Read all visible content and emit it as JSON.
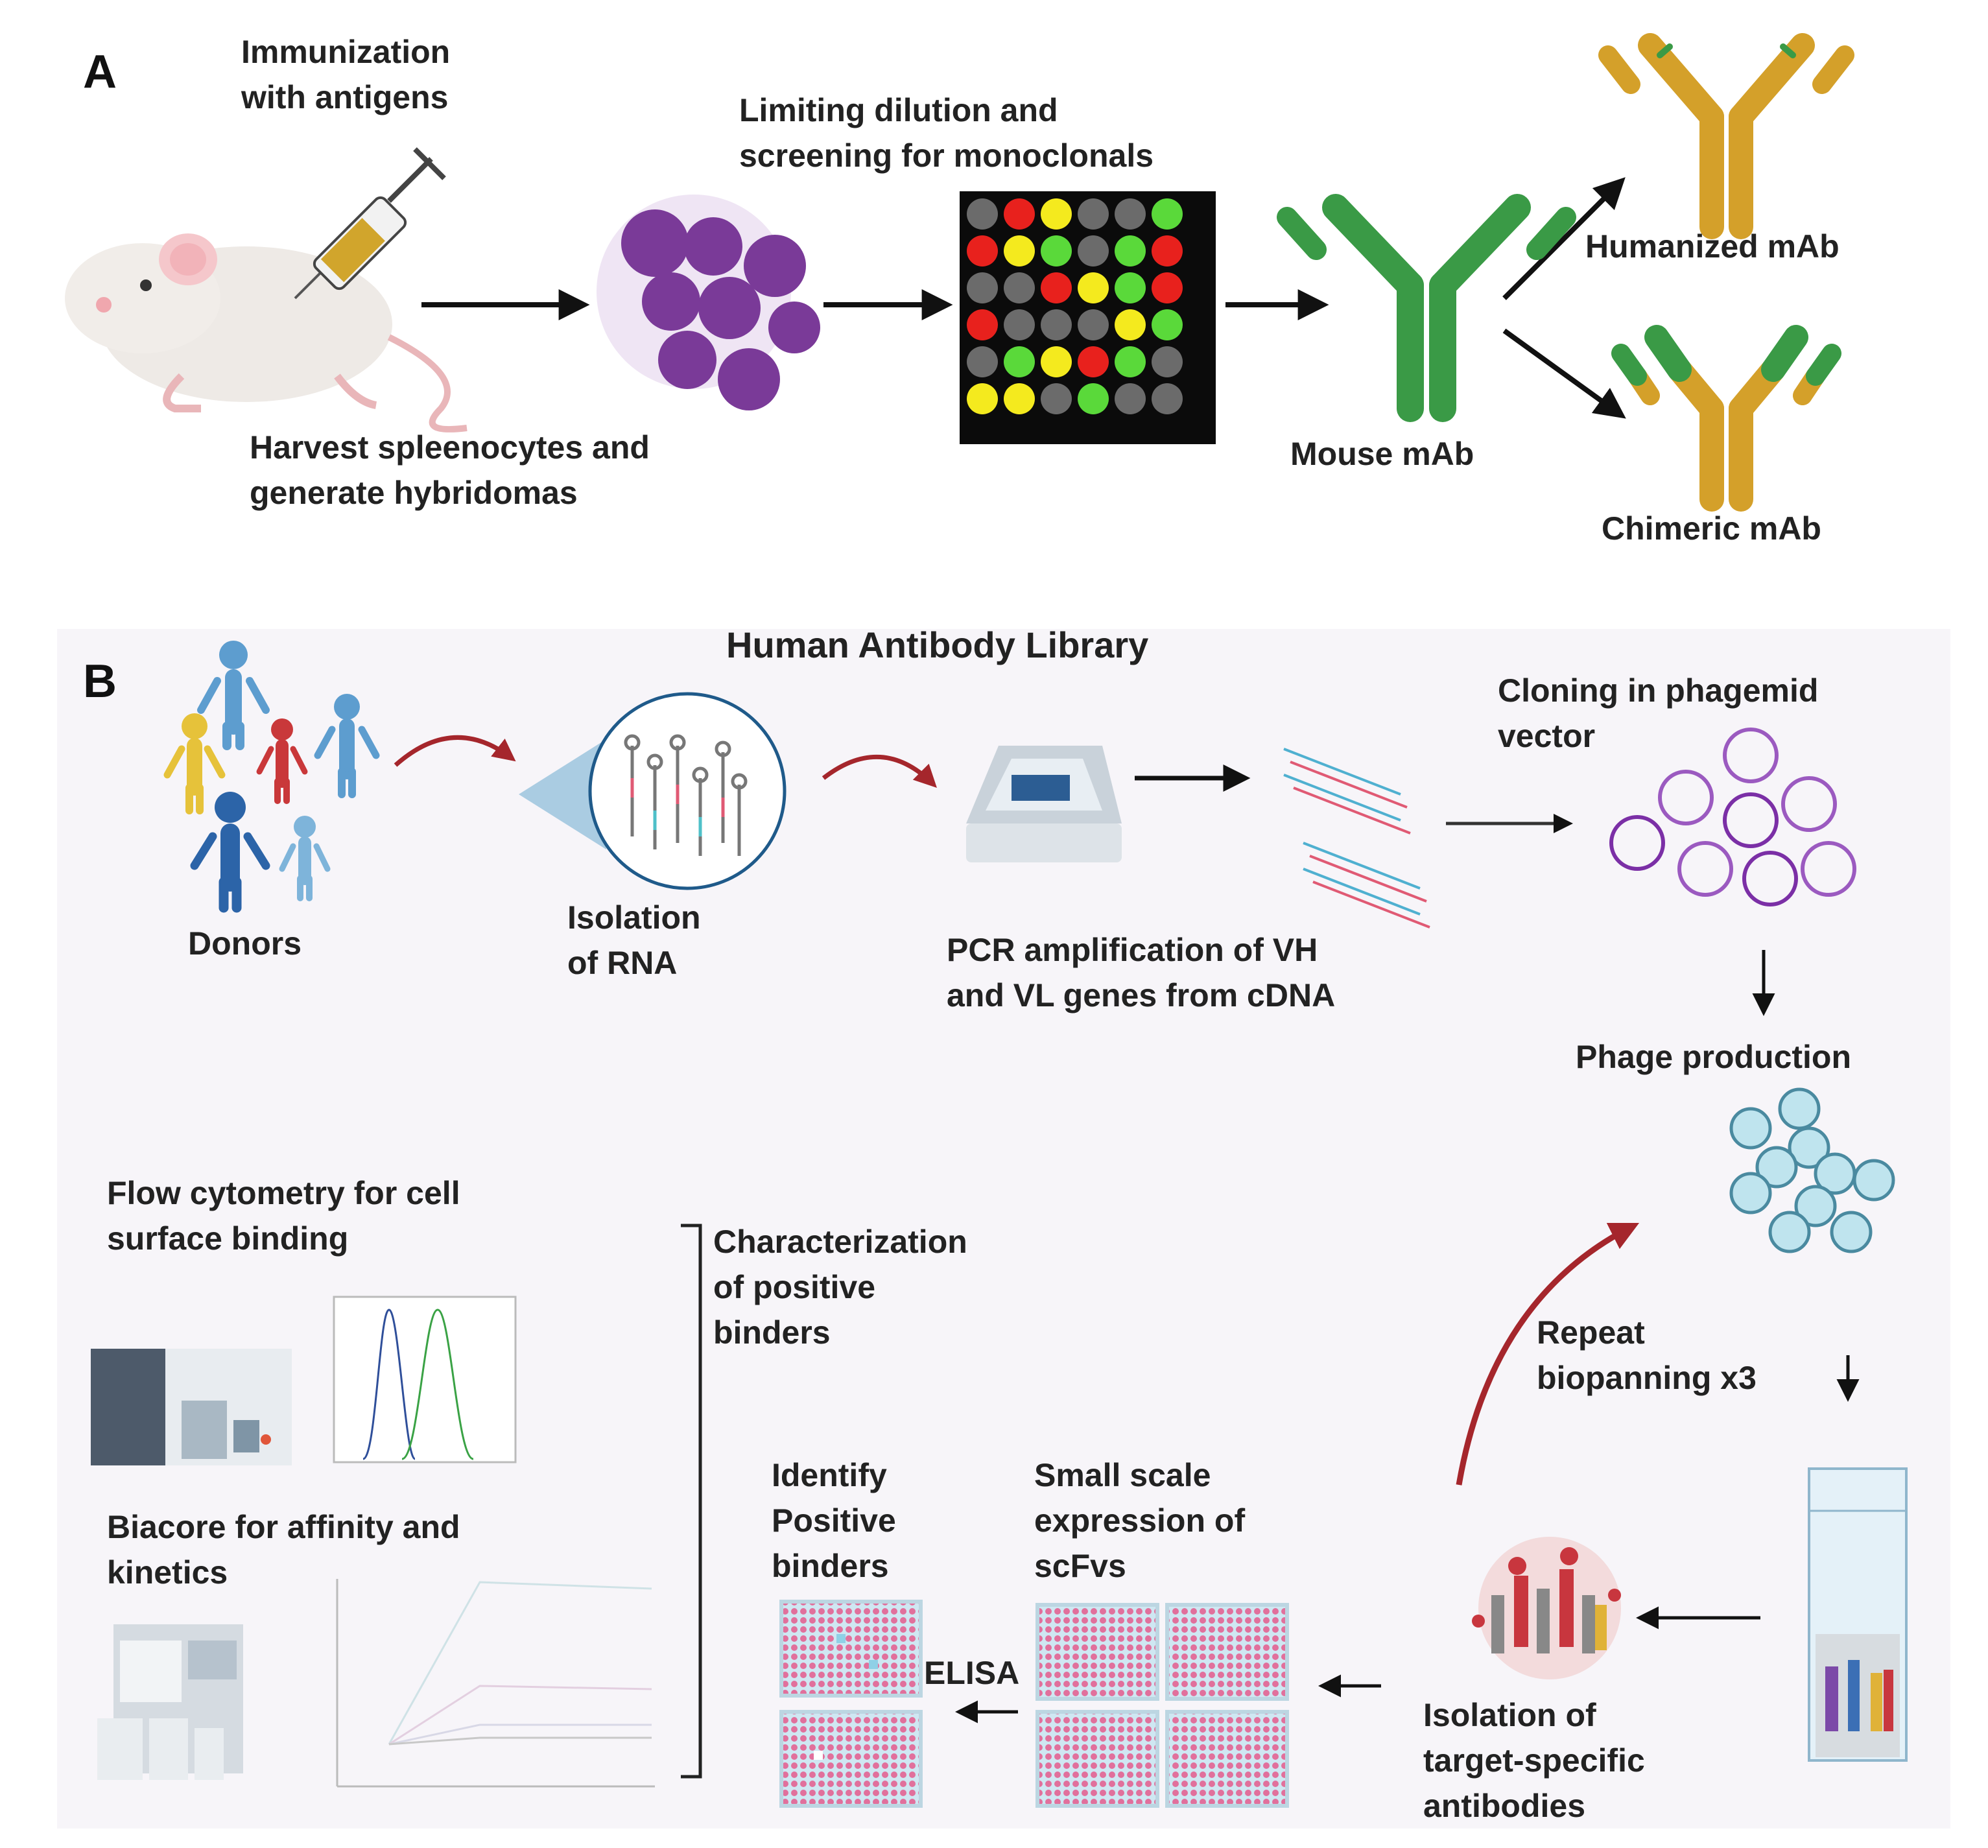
{
  "panel_a": {
    "letter": "A",
    "immunization": [
      "Immunization",
      "with antigens"
    ],
    "harvest": [
      "Harvest spleenocytes and",
      "generate hybridomas"
    ],
    "limiting": [
      "Limiting dilution and",
      "screening for monoclonals"
    ],
    "mouse_mab": "Mouse mAb",
    "humanized_mab": "Humanized mAb",
    "chimeric_mab": "Chimeric mAb",
    "colors": {
      "mouse_antibody": "#3a9a46",
      "human_antibody": "#d4a02a",
      "cell": "#7a3a98",
      "arrow": "#111111"
    },
    "well_grid": [
      [
        "gray",
        "red",
        "yellow",
        "gray",
        "gray",
        "green"
      ],
      [
        "red",
        "yellow",
        "green",
        "gray",
        "green",
        "red"
      ],
      [
        "gray",
        "gray",
        "red",
        "yellow",
        "green",
        "red"
      ],
      [
        "red",
        "gray",
        "gray",
        "gray",
        "yellow",
        "green"
      ],
      [
        "gray",
        "green",
        "yellow",
        "red",
        "green",
        "gray"
      ],
      [
        "yellow",
        "yellow",
        "gray",
        "green",
        "gray",
        "gray"
      ]
    ],
    "well_colors": {
      "gray": "#6b6b6b",
      "red": "#e8211d",
      "yellow": "#f4ea1e",
      "green": "#5ad93a"
    }
  },
  "panel_b": {
    "letter": "B",
    "title": "Human Antibody Library",
    "donors": "Donors",
    "isolation_rna": [
      "Isolation",
      "of RNA"
    ],
    "pcr": [
      "PCR amplification of VH",
      "and VL genes from cDNA"
    ],
    "cloning": [
      "Cloning in phagemid",
      "vector"
    ],
    "phage": "Phage production",
    "repeat": [
      "Repeat",
      "biopanning x3"
    ],
    "isolation_target": [
      "Isolation of",
      "target-specific",
      "antibodies"
    ],
    "small_scale": [
      "Small scale",
      "expression of",
      "scFvs"
    ],
    "identify": [
      "Identify",
      "Positive",
      "binders"
    ],
    "elisa": "ELISA",
    "characterization": [
      "Characterization",
      "of positive",
      "binders"
    ],
    "flow": [
      "Flow cytometry  for cell",
      "surface binding"
    ],
    "biacore": [
      "Biacore for affinity and",
      "kinetics"
    ],
    "colors": {
      "red_arrow": "#a5262c",
      "person_blue": "#5d9dcf",
      "person_dark": "#2c64a8",
      "person_yellow": "#e6c23a",
      "person_red": "#c9383a",
      "phage_fill": "#bfe4ee",
      "plate_well": "#e1709c"
    }
  }
}
